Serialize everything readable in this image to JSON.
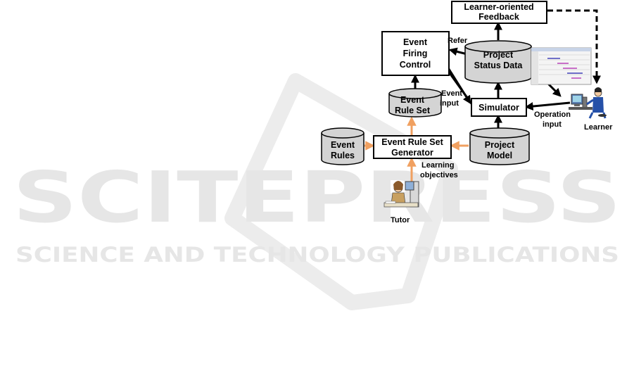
{
  "colors": {
    "stroke": "#000000",
    "orange_arrow": "#f0a060",
    "cylinder_fill": "#d4d4d4",
    "box_fill": "#ffffff",
    "watermark": "#e6e6e6"
  },
  "nodes": {
    "feedback": {
      "line1": "Learner-oriented",
      "line2": "Feedback"
    },
    "event_firing": {
      "line1": "Event",
      "line2": "Firing",
      "line3": "Control"
    },
    "project_status": {
      "line1": "Project",
      "line2": "Status Data"
    },
    "event_rule_set": {
      "line1": "Event",
      "line2": "Rule Set"
    },
    "simulator": {
      "label": "Simulator"
    },
    "event_rules": {
      "line1": "Event",
      "line2": "Rules"
    },
    "generator": {
      "line1": "Event Rule Set",
      "line2": "Generator"
    },
    "project_model": {
      "line1": "Project",
      "line2": "Model"
    }
  },
  "edge_labels": {
    "refer": "Refer",
    "event_input": {
      "line1": "Event",
      "line2": "input"
    },
    "operation_input": {
      "line1": "Operation",
      "line2": "input"
    },
    "learning_objectives": {
      "line1": "Learning",
      "line2": "objectives"
    }
  },
  "actors": {
    "learner": "Learner",
    "tutor": "Tutor"
  },
  "icons": [
    "learner-computer-icon",
    "tutor-desk-icon",
    "screen-thumbnail-icon"
  ]
}
